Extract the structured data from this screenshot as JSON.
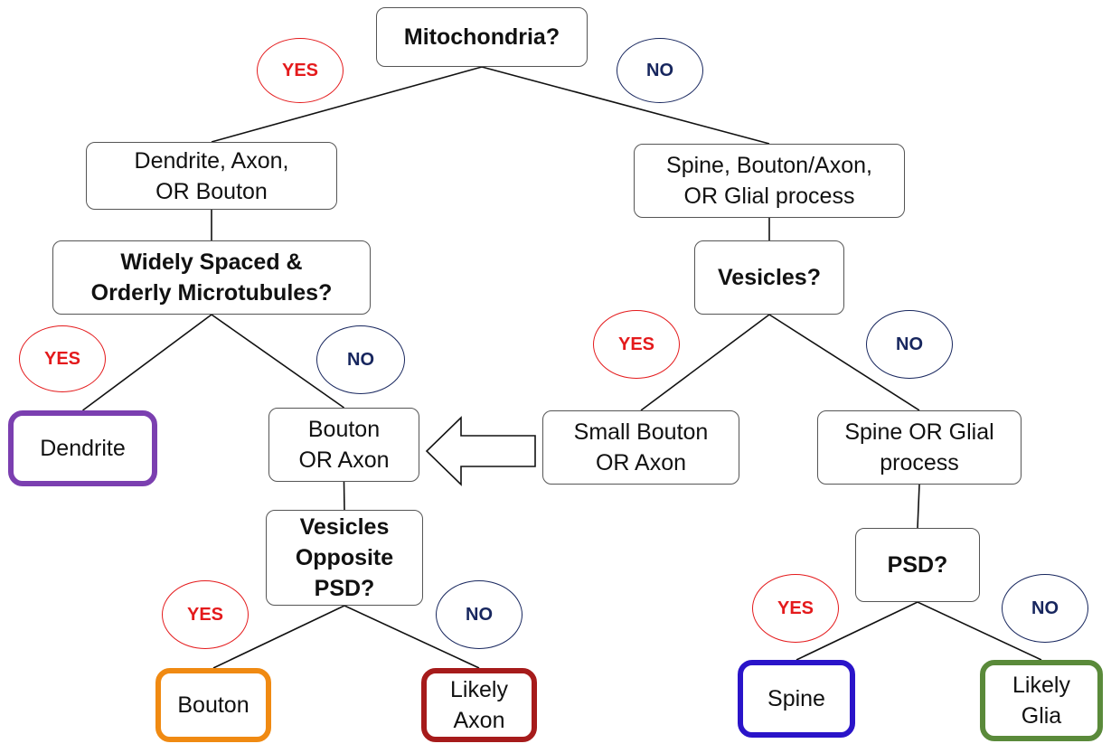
{
  "colors": {
    "yes": "#e41a1c",
    "no": "#17265e",
    "line": "#111111",
    "dendrite_border": "#7b3fb0",
    "bouton_border": "#f08a12",
    "likely_axon_border": "#a61b1b",
    "spine_border": "#2a14c9",
    "likely_glia_border": "#5a8a3a"
  },
  "nodes": {
    "root": "Mitochondria?",
    "dendrite_axon_bouton": "Dendrite, Axon,\nOR Bouton",
    "spine_bouton_glial": "Spine, Bouton/Axon,\nOR Glial process",
    "microtubules_q": "Widely Spaced &\nOrderly Microtubules?",
    "vesicles_q": "Vesicles?",
    "dendrite": "Dendrite",
    "bouton_or_axon": "Bouton\nOR Axon",
    "small_bouton_axon": "Small Bouton\nOR Axon",
    "spine_or_glial": "Spine OR Glial\nprocess",
    "vesicles_opposite_q": "Vesicles\nOpposite\nPSD?",
    "psd_q": "PSD?",
    "bouton": "Bouton",
    "likely_axon": "Likely\nAxon",
    "spine": "Spine",
    "likely_glia": "Likely\nGlia"
  },
  "badges": {
    "yes_label": "YES",
    "no_label": "NO"
  },
  "edges": [
    [
      "root",
      "dendrite_axon_bouton"
    ],
    [
      "root",
      "spine_bouton_glial"
    ],
    [
      "dendrite_axon_bouton",
      "microtubules_q"
    ],
    [
      "spine_bouton_glial",
      "vesicles_q"
    ],
    [
      "microtubules_q",
      "dendrite"
    ],
    [
      "microtubules_q",
      "bouton_or_axon"
    ],
    [
      "vesicles_q",
      "small_bouton_axon"
    ],
    [
      "vesicles_q",
      "spine_or_glial"
    ],
    [
      "bouton_or_axon",
      "vesicles_opposite_q"
    ],
    [
      "spine_or_glial",
      "psd_q"
    ],
    [
      "vesicles_opposite_q",
      "bouton"
    ],
    [
      "vesicles_opposite_q",
      "likely_axon"
    ],
    [
      "psd_q",
      "spine"
    ],
    [
      "psd_q",
      "likely_glia"
    ]
  ]
}
